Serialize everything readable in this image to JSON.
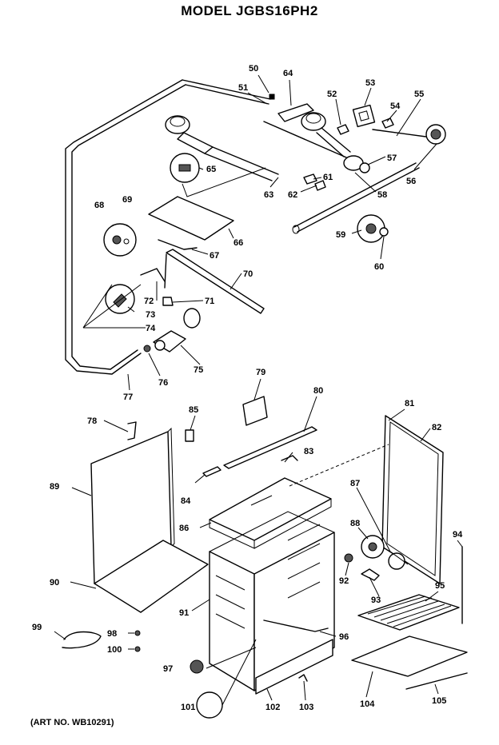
{
  "title": "MODEL JGBS16PH2",
  "art_number": "(ART NO. WB10291)",
  "callouts": [
    "50",
    "51",
    "52",
    "53",
    "54",
    "55",
    "56",
    "57",
    "58",
    "59",
    "60",
    "61",
    "62",
    "63",
    "64",
    "65",
    "66",
    "67",
    "68",
    "69",
    "70",
    "71",
    "72",
    "73",
    "74",
    "75",
    "76",
    "77",
    "78",
    "79",
    "80",
    "81",
    "82",
    "83",
    "84",
    "85",
    "86",
    "87",
    "88",
    "89",
    "90",
    "91",
    "92",
    "93",
    "94",
    "95",
    "96",
    "97",
    "98",
    "99",
    "100",
    "101",
    "102",
    "103",
    "104",
    "105"
  ]
}
